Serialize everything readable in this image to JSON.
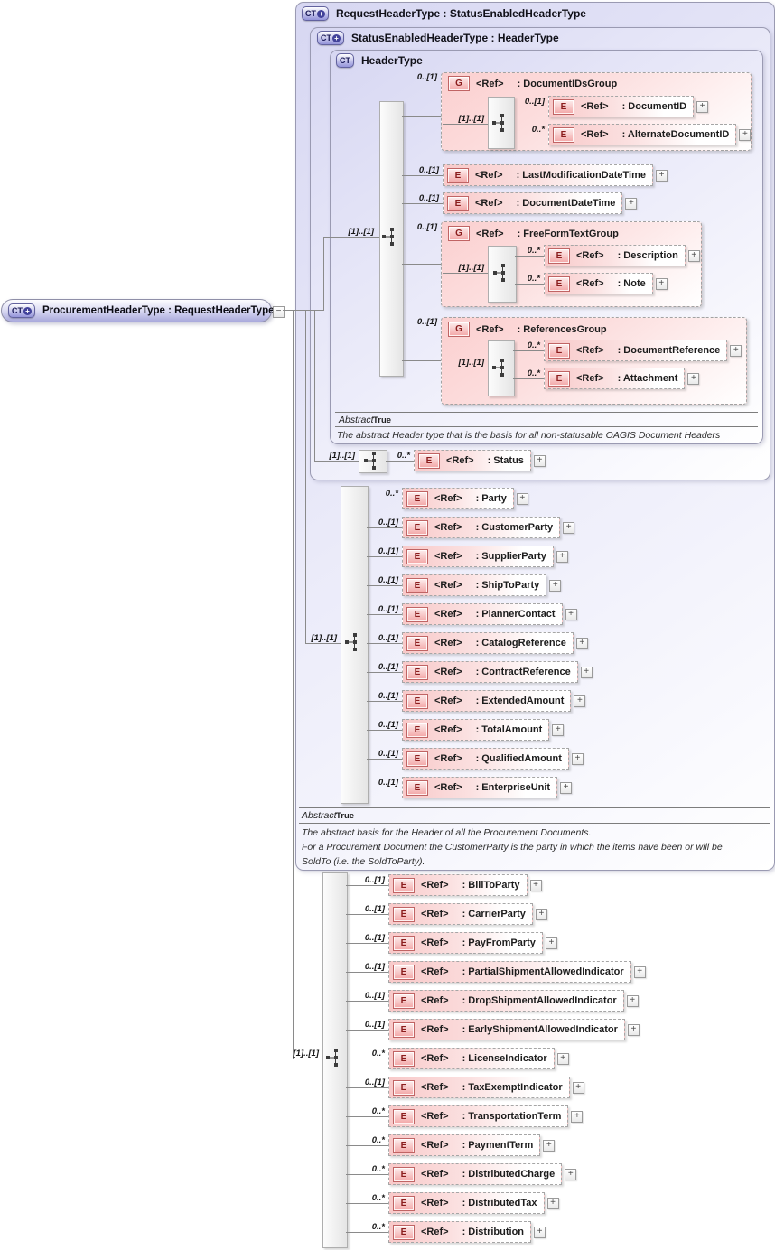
{
  "symbols": {
    "plus": "+",
    "minus": "−",
    "ct_label": "CT"
  },
  "ref_label": "<Ref>",
  "root": {
    "icon": "CT+",
    "label": "ProcurementHeaderType : RequestHeaderType"
  },
  "containers": {
    "request_header": {
      "icon": "CT+",
      "label": "RequestHeaderType : StatusEnabledHeaderType",
      "abstract_label": "Abstract",
      "abstract_value": "True",
      "doc1": "The abstract basis for the Header of all the Procurement Documents.",
      "doc2": "For a Procurement Document the CustomerParty is the party in which the items have been or will be SoldTo (i.e. the SoldToParty)."
    },
    "status_enabled": {
      "icon": "CT+",
      "label": "StatusEnabledHeaderType : HeaderType"
    },
    "header_type": {
      "icon": "CT",
      "label": "HeaderType",
      "abstract_label": "Abstract",
      "abstract_value": "True",
      "doc": "The abstract Header type that is the basis for all non-statusable OAGIS Document Headers"
    }
  },
  "header_section": {
    "seq_card": "[1]..[1]",
    "groups": [
      {
        "kind": "G",
        "card": "0..[1]",
        "name": ": DocumentIDsGroup",
        "seq_card": "[1]..[1]",
        "children": [
          {
            "kind": "E",
            "card": "0..[1]",
            "name": ": DocumentID"
          },
          {
            "kind": "E",
            "card": "0..*",
            "name": ": AlternateDocumentID"
          }
        ]
      },
      {
        "kind": "G",
        "card": "0..[1]",
        "name": ": FreeFormTextGroup",
        "seq_card": "[1]..[1]",
        "children": [
          {
            "kind": "E",
            "card": "0..*",
            "name": ": Description"
          },
          {
            "kind": "E",
            "card": "0..*",
            "name": ": Note"
          }
        ]
      },
      {
        "kind": "G",
        "card": "0..[1]",
        "name": ": ReferencesGroup",
        "seq_card": "[1]..[1]",
        "children": [
          {
            "kind": "E",
            "card": "0..*",
            "name": ": DocumentReference"
          },
          {
            "kind": "E",
            "card": "0..*",
            "name": ": Attachment"
          }
        ]
      }
    ],
    "elements": [
      {
        "kind": "E",
        "card": "0..[1]",
        "name": ": LastModificationDateTime"
      },
      {
        "kind": "E",
        "card": "0..[1]",
        "name": ": DocumentDateTime"
      }
    ]
  },
  "status_section": {
    "seq_card": "[1]..[1]",
    "row": {
      "kind": "E",
      "card": "0..*",
      "name": ": Status"
    }
  },
  "request_section": {
    "seq_card": "[1]..[1]",
    "rows": [
      {
        "kind": "E",
        "card": "0..*",
        "name": ": Party"
      },
      {
        "kind": "E",
        "card": "0..[1]",
        "name": ": CustomerParty"
      },
      {
        "kind": "E",
        "card": "0..[1]",
        "name": ": SupplierParty"
      },
      {
        "kind": "E",
        "card": "0..[1]",
        "name": ": ShipToParty"
      },
      {
        "kind": "E",
        "card": "0..[1]",
        "name": ": PlannerContact"
      },
      {
        "kind": "E",
        "card": "0..[1]",
        "name": ": CatalogReference"
      },
      {
        "kind": "E",
        "card": "0..[1]",
        "name": ": ContractReference"
      },
      {
        "kind": "E",
        "card": "0..[1]",
        "name": ": ExtendedAmount"
      },
      {
        "kind": "E",
        "card": "0..[1]",
        "name": ": TotalAmount"
      },
      {
        "kind": "E",
        "card": "0..[1]",
        "name": ": QualifiedAmount"
      },
      {
        "kind": "E",
        "card": "0..[1]",
        "name": ": EnterpriseUnit"
      }
    ]
  },
  "procurement_section": {
    "seq_card": "[1]..[1]",
    "rows": [
      {
        "kind": "E",
        "card": "0..[1]",
        "name": ": BillToParty"
      },
      {
        "kind": "E",
        "card": "0..[1]",
        "name": ": CarrierParty"
      },
      {
        "kind": "E",
        "card": "0..[1]",
        "name": ": PayFromParty"
      },
      {
        "kind": "E",
        "card": "0..[1]",
        "name": ": PartialShipmentAllowedIndicator"
      },
      {
        "kind": "E",
        "card": "0..[1]",
        "name": ": DropShipmentAllowedIndicator"
      },
      {
        "kind": "E",
        "card": "0..[1]",
        "name": ": EarlyShipmentAllowedIndicator"
      },
      {
        "kind": "E",
        "card": "0..*",
        "name": ": LicenseIndicator"
      },
      {
        "kind": "E",
        "card": "0..[1]",
        "name": ": TaxExemptIndicator"
      },
      {
        "kind": "E",
        "card": "0..*",
        "name": ": TransportationTerm"
      },
      {
        "kind": "E",
        "card": "0..*",
        "name": ": PaymentTerm"
      },
      {
        "kind": "E",
        "card": "0..*",
        "name": ": DistributedCharge"
      },
      {
        "kind": "E",
        "card": "0..*",
        "name": ": DistributedTax"
      },
      {
        "kind": "E",
        "card": "0..*",
        "name": ": Distribution"
      }
    ]
  }
}
